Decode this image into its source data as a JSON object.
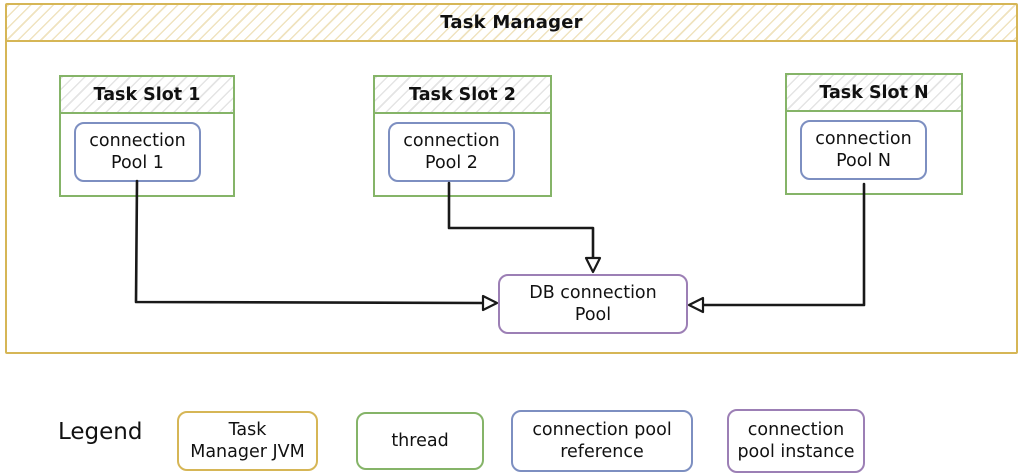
{
  "diagram": {
    "title": "Task Manager",
    "task_slots": [
      {
        "title": "Task Slot 1",
        "pool_label": "connection\nPool 1"
      },
      {
        "title": "Task Slot 2",
        "pool_label": "connection\nPool 2"
      },
      {
        "title": "Task Slot N",
        "pool_label": "connection\nPool N"
      }
    ],
    "db_pool_label": "DB connection\nPool",
    "arrows": [
      {
        "from": "connection Pool 1",
        "to": "DB connection Pool"
      },
      {
        "from": "connection Pool 2",
        "to": "DB connection Pool"
      },
      {
        "from": "connection Pool N",
        "to": "DB connection Pool"
      }
    ]
  },
  "legend": {
    "label": "Legend",
    "items": [
      {
        "label": "Task\nManager JVM",
        "color": "#D6B656"
      },
      {
        "label": "thread",
        "color": "#85B468"
      },
      {
        "label": "connection pool\nreference",
        "color": "#7D8FC1"
      },
      {
        "label": "connection\npool instance",
        "color": "#9C7FB5"
      }
    ]
  },
  "colors": {
    "container_yellow": "#D6B656",
    "thread_green": "#85B468",
    "reference_blue": "#7D8FC1",
    "instance_purple": "#9C7FB5",
    "arrow_black": "#191919"
  }
}
